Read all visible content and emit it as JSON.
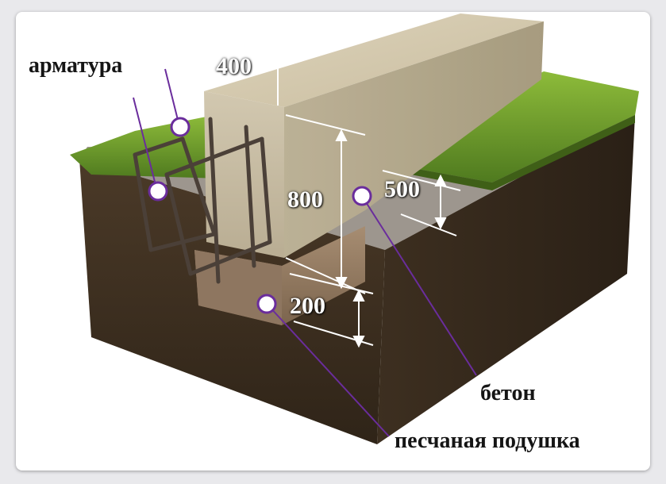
{
  "labels": {
    "rebar": "арматура",
    "concrete": "бетон",
    "sand_cushion": "песчаная подушка"
  },
  "dimensions": {
    "width": "400",
    "height_total": "800",
    "depth_in_ground": "500",
    "cushion": "200"
  },
  "colors": {
    "grass": "#6e9a2c",
    "soil": "#4a3826",
    "concrete": "#cfc5ac",
    "sand": "#9a8167",
    "marker_line": "#6a2d9c",
    "rebar": "#4b4038"
  }
}
